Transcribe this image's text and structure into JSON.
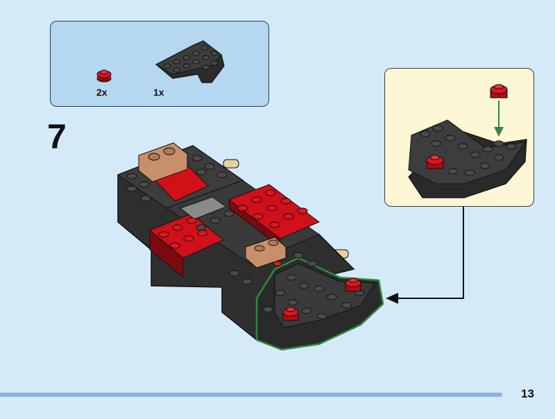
{
  "step": {
    "number": "7"
  },
  "parts_list": {
    "items": [
      {
        "icon": "round-plate-1x1-red-icon",
        "quantity": "2x"
      },
      {
        "icon": "wedge-plate-black-icon",
        "quantity": "1x"
      }
    ]
  },
  "page": {
    "number": "13"
  },
  "colors": {
    "background": "#d5eaf9",
    "parts_box": "#b5d7f0",
    "callout_box": "#fdf7d6",
    "brick_black": "#3a3a3a",
    "brick_red": "#d0101a",
    "brick_tan": "#c8906a",
    "highlight_green": "#2e8b3a",
    "footer_bar": "#8fb0e0"
  }
}
